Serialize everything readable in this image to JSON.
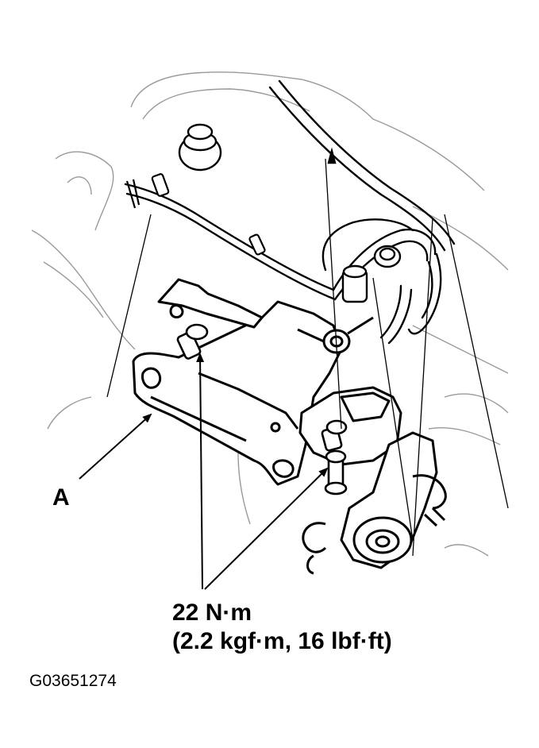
{
  "labels": {
    "part_a": "A",
    "torque_nm": "22 N·m",
    "torque_alt": "(2.2 kgf·m, 16 lbf·ft)",
    "figure_id": "G03651274"
  },
  "colors": {
    "ink": "#000000",
    "paper": "#ffffff",
    "ghost": "#9a9a9a"
  }
}
